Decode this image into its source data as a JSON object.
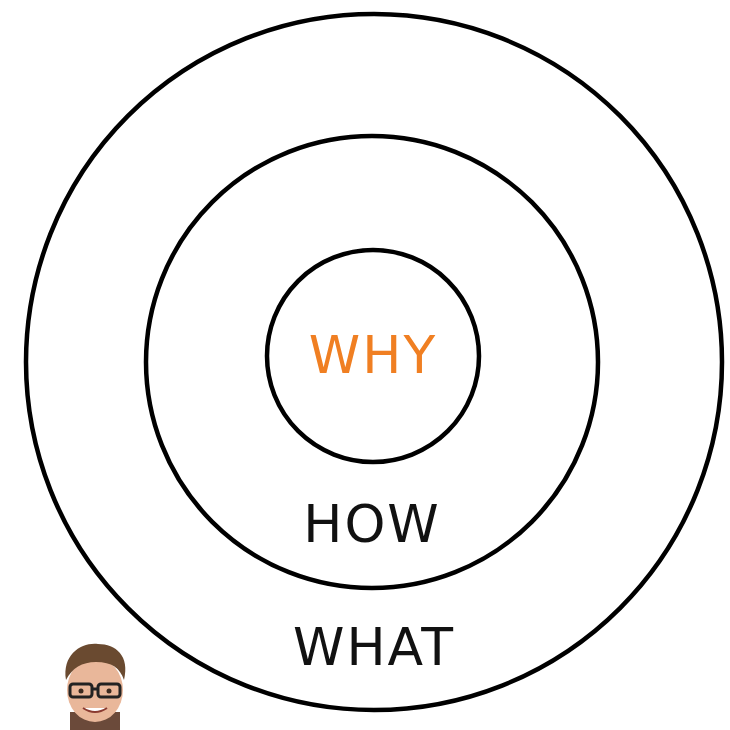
{
  "diagram": {
    "nodes": [
      {
        "text": [
          "WHAT"
        ]
      },
      {
        "text": [
          "HOW"
        ],
        "in": 0
      },
      {
        "text": [
          "WHY"
        ],
        "in": 1
      }
    ]
  }
}
